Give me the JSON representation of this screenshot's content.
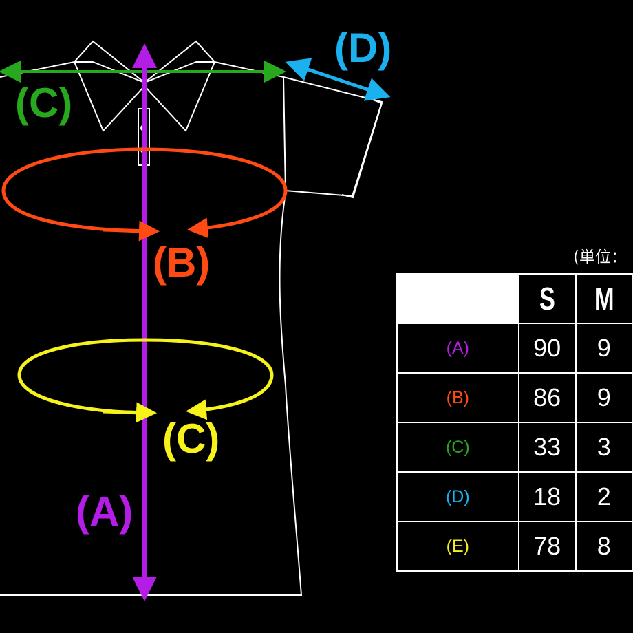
{
  "diagram_labels": {
    "A": "(A)",
    "B": "(B)",
    "C_top": "(C)",
    "C_bottom": "(C)",
    "D": "(D)"
  },
  "colors": {
    "A": "#b41de6",
    "B": "#ff4a14",
    "C_top": "#27a81e",
    "C_bottom": "#f6f21a",
    "D": "#1ab1ee",
    "outline": "#ffffff"
  },
  "unit_text": "(単位：",
  "table": {
    "columns": [
      "S",
      "M"
    ],
    "rows": [
      {
        "label": "(A)",
        "color": "#b41de6",
        "values": [
          "90",
          "9"
        ]
      },
      {
        "label": "(B)",
        "color": "#ff4a14",
        "values": [
          "86",
          "9"
        ]
      },
      {
        "label": "(C)",
        "color": "#27a81e",
        "values": [
          "33",
          "3"
        ]
      },
      {
        "label": "(D)",
        "color": "#1ab1ee",
        "values": [
          "18",
          "2"
        ]
      },
      {
        "label": "(E)",
        "color": "#f6f21a",
        "values": [
          "78",
          "8"
        ]
      }
    ]
  }
}
